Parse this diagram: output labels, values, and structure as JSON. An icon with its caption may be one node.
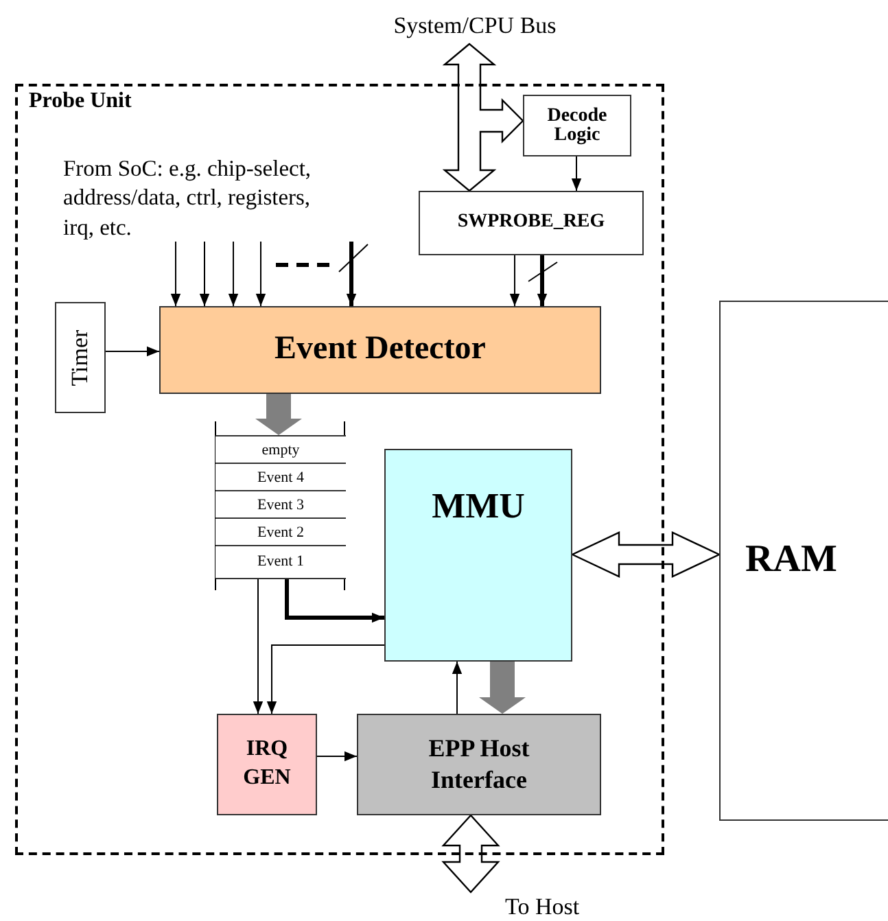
{
  "diagram": {
    "nodes": [
      {
        "text": [
          "Probe Unit"
        ]
      },
      {
        "text": [
          "Decode Logic"
        ],
        "in": 0
      },
      {
        "text": [
          "SWPROBE_REG"
        ],
        "in": 0
      },
      {
        "text": [
          "Timer"
        ],
        "in": 0
      },
      {
        "text": [
          "Event Detector"
        ],
        "in": 0
      },
      {
        "text": [
          "empty"
        ],
        "in": 0
      },
      {
        "text": [
          "Event 4"
        ],
        "in": 0
      },
      {
        "text": [
          "Event 3"
        ],
        "in": 0
      },
      {
        "text": [
          "Event 2"
        ],
        "in": 0
      },
      {
        "text": [
          "Event 1"
        ],
        "in": 0
      },
      {
        "text": [
          "MMU"
        ],
        "in": 0
      },
      {
        "text": [
          "IRQ GEN"
        ],
        "in": 0
      },
      {
        "text": [
          "EPP Host Interface"
        ],
        "in": 0
      },
      {
        "text": [
          "RAM"
        ]
      },
      {
        "text": [
          "System/CPU Bus"
        ]
      },
      {
        "text": [
          "To Host"
        ]
      },
      {
        "text": [
          "From SoC: e.g. chip-select, address/data, ctrl, registers, irq, etc."
        ],
        "in": 0
      }
    ],
    "edges": [
      {
        "from": 14,
        "to": 2,
        "arrow": "both",
        "style": "thick"
      },
      {
        "from": 14,
        "to": 1,
        "arrow": "both",
        "style": "thick"
      },
      {
        "from": 1,
        "to": 2,
        "arrow": "to"
      },
      {
        "from": 2,
        "to": 4,
        "arrow": "to"
      },
      {
        "from": 2,
        "to": 4,
        "arrow": "to",
        "style": "thick"
      },
      {
        "from": 3,
        "to": 4,
        "arrow": "to"
      },
      {
        "from": 16,
        "to": 4,
        "arrow": "to"
      },
      {
        "from": 16,
        "to": 4,
        "arrow": "to"
      },
      {
        "from": 16,
        "to": 4,
        "arrow": "to"
      },
      {
        "from": 16,
        "to": 4,
        "arrow": "to"
      },
      {
        "from": 16,
        "to": 4,
        "arrow": "to",
        "style": "thick"
      },
      {
        "from": 4,
        "to": 5,
        "arrow": "to",
        "style": "thick",
        "color": "#808080"
      },
      {
        "from": 9,
        "to": 10,
        "arrow": "to",
        "style": "thick"
      },
      {
        "from": 9,
        "to": 11,
        "arrow": "to"
      },
      {
        "from": 10,
        "to": 11,
        "arrow": "to"
      },
      {
        "from": 11,
        "to": 12,
        "arrow": "to"
      },
      {
        "from": 12,
        "to": 10,
        "arrow": "to"
      },
      {
        "from": 10,
        "to": 12,
        "arrow": "to",
        "style": "thick",
        "color": "#808080"
      },
      {
        "from": 10,
        "to": 13,
        "arrow": "both",
        "style": "thick"
      },
      {
        "from": 12,
        "to": 15,
        "arrow": "both",
        "style": "thick"
      }
    ]
  }
}
